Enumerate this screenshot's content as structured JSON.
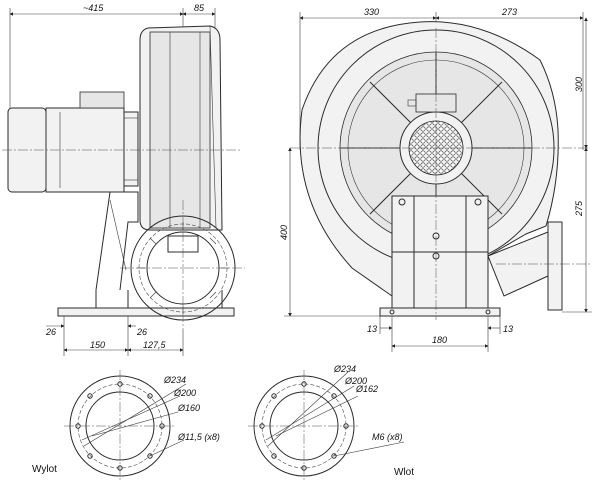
{
  "side_view": {
    "dim_length": "~415",
    "dim_top_right": "85",
    "dim_foot_left": "26",
    "dim_foot_right": "26",
    "dim_base_width": "150",
    "dim_outlet_offset": "127,5"
  },
  "front_view": {
    "dim_left_width": "330",
    "dim_right_width": "273",
    "dim_top_height": "300",
    "dim_outlet_height": "275",
    "dim_total_height": "400",
    "dim_foot_left": "13",
    "dim_foot_right": "13",
    "dim_base_width": "180"
  },
  "outlet_flange": {
    "label": "Wylot",
    "d_outer": "Ø234",
    "d_bolt_circle": "Ø200",
    "d_inner": "Ø160",
    "holes": "Ø11,5 (x8)"
  },
  "inlet_flange": {
    "label": "Wlot",
    "d_outer": "Ø234",
    "d_bolt_circle": "Ø200",
    "d_inner": "Ø162",
    "holes": "M6 (x8)"
  }
}
